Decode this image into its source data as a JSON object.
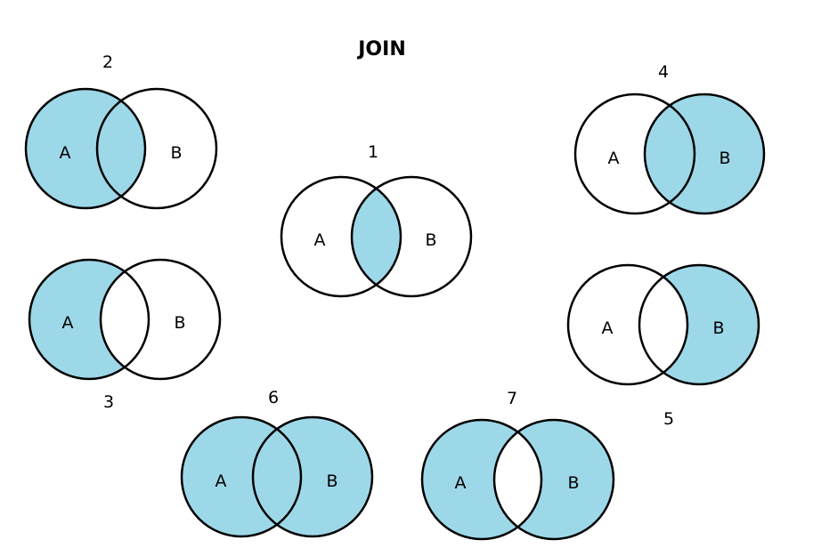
{
  "title": "JOIN",
  "colors": {
    "fill": "#9dd8e8",
    "stroke": "#000000",
    "background": "#ffffff"
  },
  "diagrams": [
    {
      "id": "1",
      "number": "1",
      "set_a": "A",
      "set_b": "B",
      "shaded": "intersection"
    },
    {
      "id": "2",
      "number": "2",
      "set_a": "A",
      "set_b": "B",
      "shaded": "all-of-A"
    },
    {
      "id": "3",
      "number": "3",
      "set_a": "A",
      "set_b": "B",
      "shaded": "A-only"
    },
    {
      "id": "4",
      "number": "4",
      "set_a": "A",
      "set_b": "B",
      "shaded": "all-of-B"
    },
    {
      "id": "5",
      "number": "5",
      "set_a": "A",
      "set_b": "B",
      "shaded": "B-only"
    },
    {
      "id": "6",
      "number": "6",
      "set_a": "A",
      "set_b": "B",
      "shaded": "union"
    },
    {
      "id": "7",
      "number": "7",
      "set_a": "A",
      "set_b": "B",
      "shaded": "symmetric-difference"
    }
  ]
}
